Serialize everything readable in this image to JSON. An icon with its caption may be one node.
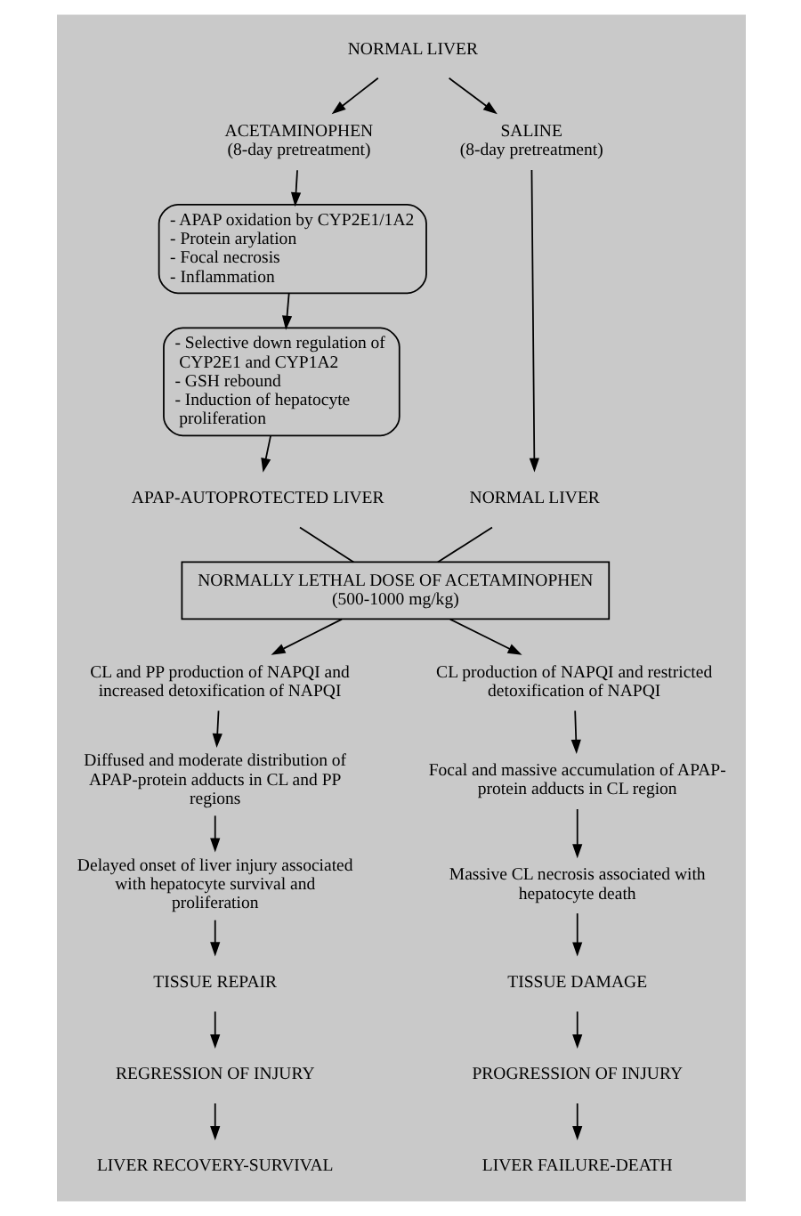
{
  "diagram": {
    "nodes": [
      {
        "text": [
          "NORMAL LIVER"
        ]
      },
      {
        "text": [
          "ACETAMINOPHEN",
          "(8-day pretreatment)"
        ]
      },
      {
        "text": [
          "SALINE",
          "(8-day pretreatment)"
        ]
      },
      {
        "text": [
          "- APAP oxidation by CYP2E1/1A2",
          "- Protein arylation",
          "- Focal necrosis",
          "- Inflammation"
        ]
      },
      {
        "text": [
          "- Selective down regulation of CYP2E1 and CYP1A2",
          "- GSH rebound",
          "- Induction of hepatocyte proliferation"
        ]
      },
      {
        "text": [
          "APAP-AUTOPROTECTED LIVER"
        ]
      },
      {
        "text": [
          "NORMAL LIVER"
        ]
      },
      {
        "text": [
          "NORMALLY LETHAL DOSE OF ACETAMINOPHEN (500-1000 mg/kg)"
        ]
      },
      {
        "text": [
          "CL and PP production of NAPQI and increased detoxification of NAPQI"
        ]
      },
      {
        "text": [
          "CL production of NAPQI and restricted detoxification of NAPQI"
        ]
      },
      {
        "text": [
          "Diffused and moderate distribution of APAP-protein adducts in CL and PP regions"
        ]
      },
      {
        "text": [
          "Focal and massive accumulation of APAP-protein adducts in CL region"
        ]
      },
      {
        "text": [
          "Delayed onset of liver injury associated with hepatocyte survival and proliferation"
        ]
      },
      {
        "text": [
          "Massive CL necrosis associated with hepatocyte death"
        ]
      },
      {
        "text": [
          "TISSUE REPAIR"
        ]
      },
      {
        "text": [
          "TISSUE DAMAGE"
        ]
      },
      {
        "text": [
          "REGRESSION OF INJURY"
        ]
      },
      {
        "text": [
          "PROGRESSION OF INJURY"
        ]
      },
      {
        "text": [
          "LIVER RECOVERY-SURVIVAL"
        ]
      },
      {
        "text": [
          "LIVER FAILURE-DEATH"
        ]
      }
    ],
    "edges": [
      {
        "from": 0,
        "to": 1,
        "arrow": "to"
      },
      {
        "from": 0,
        "to": 2,
        "arrow": "to"
      },
      {
        "from": 1,
        "to": 3,
        "arrow": "to"
      },
      {
        "from": 3,
        "to": 4,
        "arrow": "to"
      },
      {
        "from": 4,
        "to": 5,
        "arrow": "to"
      },
      {
        "from": 2,
        "to": 6,
        "arrow": "to"
      },
      {
        "from": 5,
        "to": 7,
        "arrow": "none"
      },
      {
        "from": 6,
        "to": 7,
        "arrow": "none"
      },
      {
        "from": 7,
        "to": 8,
        "arrow": "to"
      },
      {
        "from": 7,
        "to": 9,
        "arrow": "to"
      },
      {
        "from": 8,
        "to": 10,
        "arrow": "to"
      },
      {
        "from": 9,
        "to": 11,
        "arrow": "to"
      },
      {
        "from": 10,
        "to": 12,
        "arrow": "to"
      },
      {
        "from": 11,
        "to": 13,
        "arrow": "to"
      },
      {
        "from": 12,
        "to": 14,
        "arrow": "to"
      },
      {
        "from": 13,
        "to": 15,
        "arrow": "to"
      },
      {
        "from": 14,
        "to": 16,
        "arrow": "to"
      },
      {
        "from": 15,
        "to": 17,
        "arrow": "to"
      },
      {
        "from": 16,
        "to": 18,
        "arrow": "to"
      },
      {
        "from": 17,
        "to": 19,
        "arrow": "to"
      }
    ]
  }
}
